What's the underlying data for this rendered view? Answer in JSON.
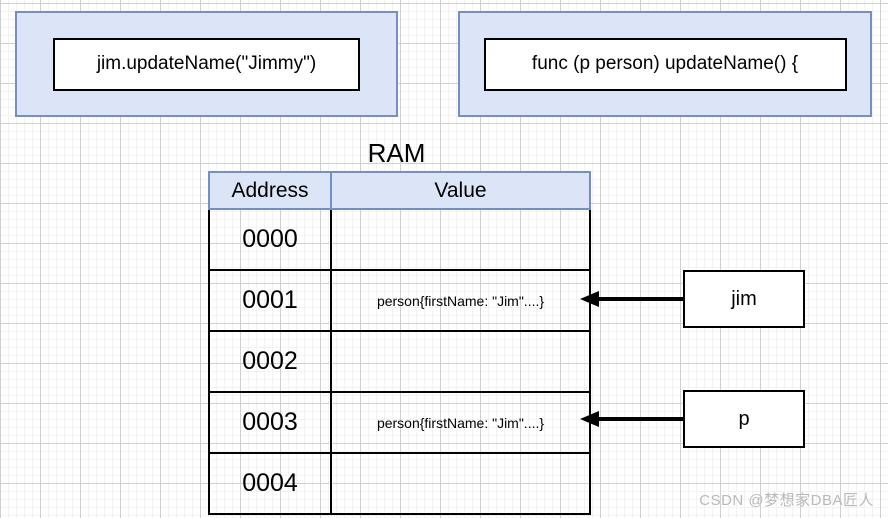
{
  "diagram": {
    "title": "RAM",
    "panels": [
      {
        "id": "caller",
        "code": "jim.updateName(\"Jimmy\")"
      },
      {
        "id": "method",
        "code": "func (p person) updateName() {"
      }
    ],
    "table": {
      "columns": [
        "Address",
        "Value"
      ],
      "rows": [
        {
          "address": "0000",
          "value": ""
        },
        {
          "address": "0001",
          "value": "person{firstName: \"Jim\"....}"
        },
        {
          "address": "0002",
          "value": ""
        },
        {
          "address": "0003",
          "value": "person{firstName: \"Jim\"....}"
        },
        {
          "address": "0004",
          "value": ""
        }
      ]
    },
    "variables": [
      {
        "id": "jim",
        "label": "jim",
        "points_to": "0001"
      },
      {
        "id": "p",
        "label": "p",
        "points_to": "0003"
      }
    ],
    "colors": {
      "panel_fill": "#dbe5f7",
      "panel_border": "#7390c4",
      "header_fill": "#dbe5f7",
      "header_border": "#7390c4",
      "box_border": "#000000",
      "arrow": "#000000",
      "watermark": "#b9b9b9"
    }
  },
  "watermark": {
    "text": "CSDN @梦想家DBA匠人"
  }
}
